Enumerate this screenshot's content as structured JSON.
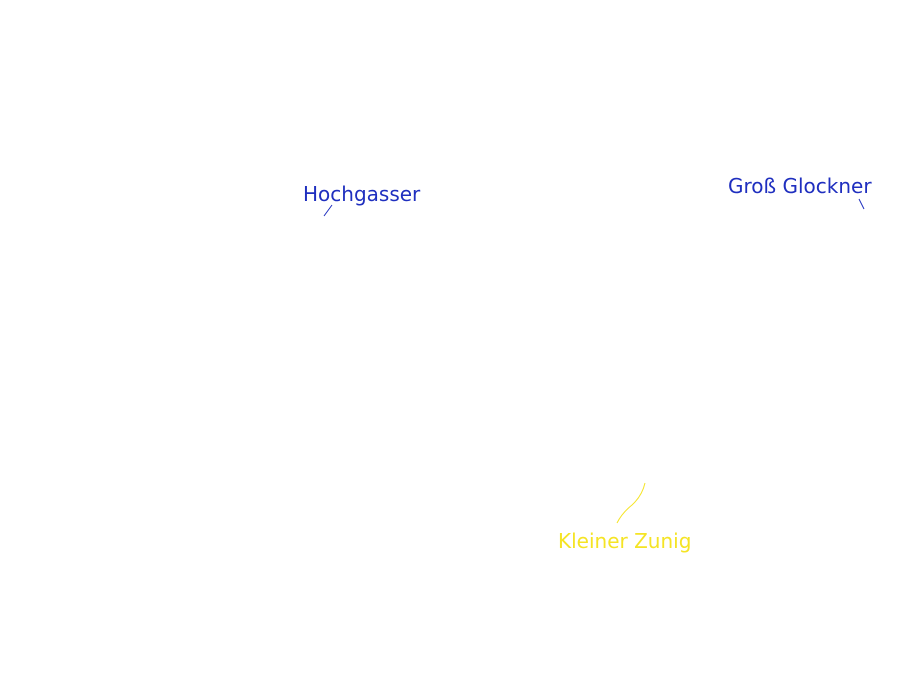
{
  "labels": [
    {
      "name": "Hochgasser",
      "color": "#1f2fbf"
    },
    {
      "name": "Groß Glockner",
      "color": "#1f2fbf"
    },
    {
      "name": "Kleiner Zunig",
      "color": "#f5e425"
    }
  ]
}
